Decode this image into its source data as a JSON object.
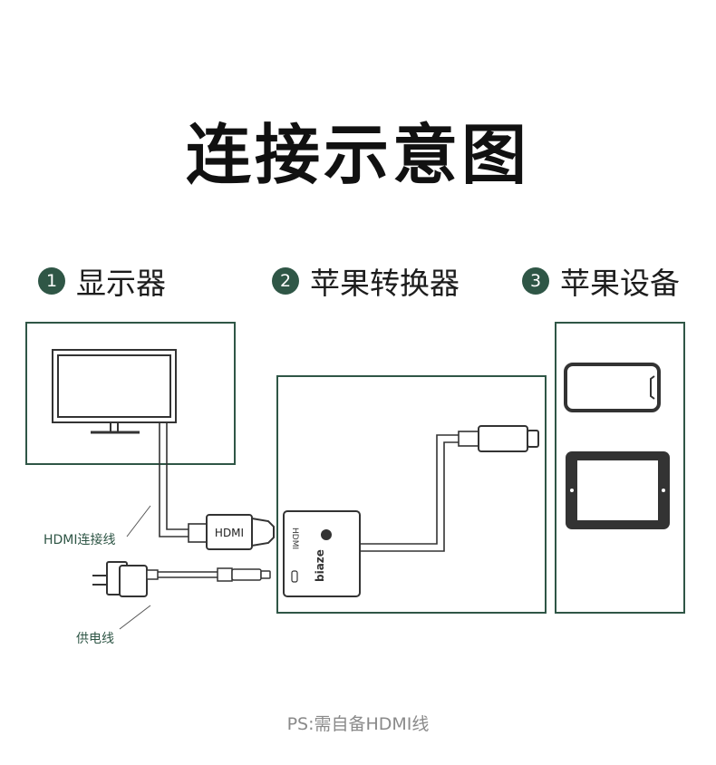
{
  "title": "连接示意图",
  "steps": [
    {
      "num": "1",
      "label": "显示器"
    },
    {
      "num": "2",
      "label": "苹果转换器"
    },
    {
      "num": "3",
      "label": "苹果设备"
    }
  ],
  "callouts": {
    "hdmi_cable": "HDMI连接线",
    "power_cable": "供电线"
  },
  "device_labels": {
    "hdmi_plug": "HDMI",
    "adapter_port": "HDMI",
    "brand": "biaze"
  },
  "note": "PS:需自备HDMI线",
  "colors": {
    "accent": "#2f5646",
    "line": "#333333"
  }
}
